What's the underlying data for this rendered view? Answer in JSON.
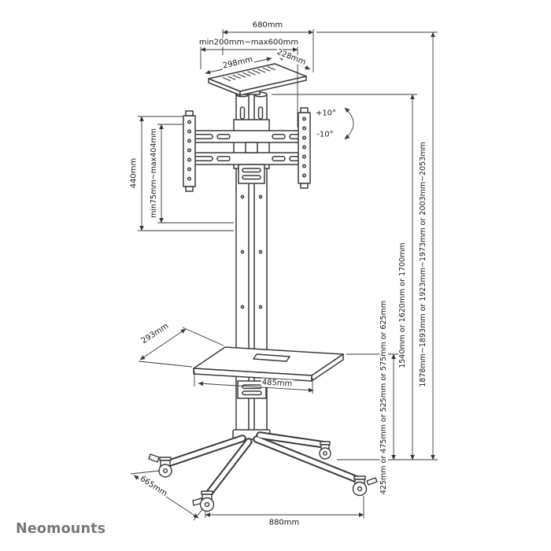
{
  "page": {
    "background": "#ffffff"
  },
  "logo": {
    "text": "Neomounts",
    "color": "#76777b"
  },
  "diagram": {
    "subject": "mobile-tv-floor-stand-technical-drawing",
    "line_color": "#3a3a3a",
    "dimensions": {
      "top_width": "680mm",
      "vesa_width_range": "min200mm~max600mm",
      "top_shelf_width": "298mm",
      "top_shelf_depth": "228mm",
      "tilt_up": "+10°",
      "tilt_down": "-10°",
      "bracket_height": "440mm",
      "vesa_height_range": "min75mm~max404mm",
      "mid_shelf_depth": "293mm",
      "mid_shelf_width": "485mm",
      "shelf_height_options": "425mm or 475mm or 525mm or 575mm or 625mm",
      "column_height_options": "1540mm or 1620mm or 1700mm",
      "total_height_options": "1878mm~1893mm or 1923mm~1973mm or 2003mm~2053mm",
      "base_depth": "665mm",
      "base_width": "880mm"
    }
  }
}
